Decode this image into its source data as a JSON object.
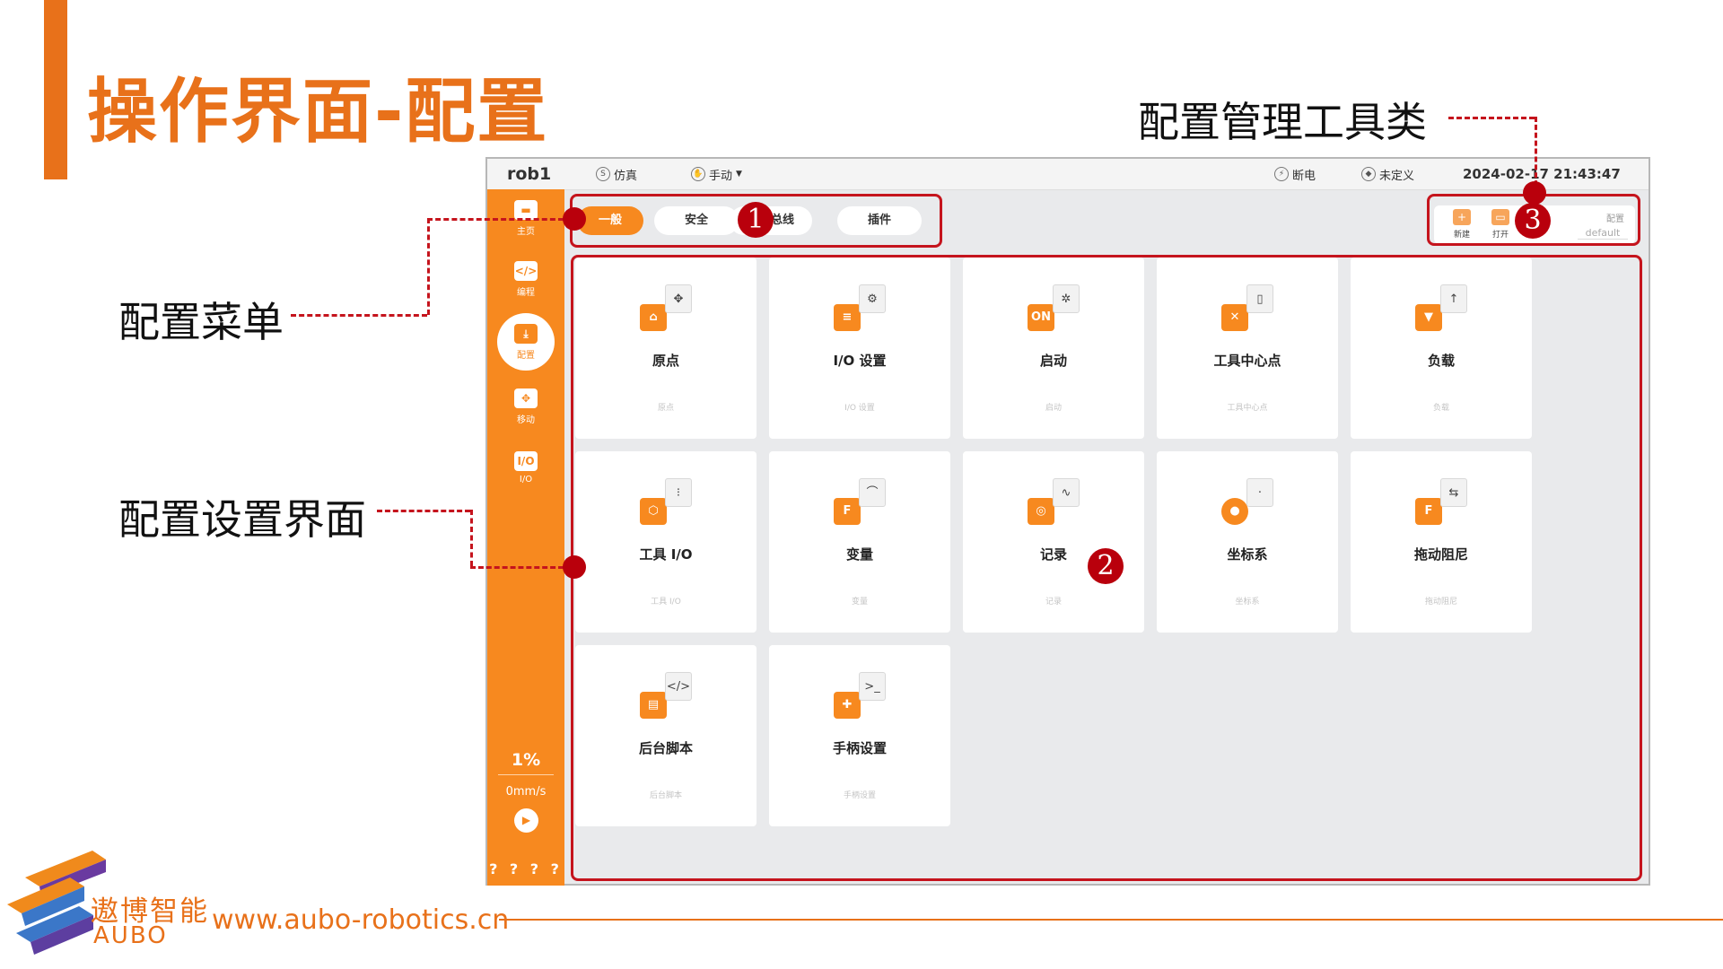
{
  "slide": {
    "title": "操作界面-配置",
    "callouts": {
      "config_tools": "配置管理工具类",
      "config_menu": "配置菜单",
      "config_panel": "配置设置界面"
    },
    "badges": [
      "1",
      "2",
      "3"
    ],
    "accent_color": "#e8711a",
    "marker_color": "#c5141d"
  },
  "app": {
    "topbar": {
      "robot": "rob1",
      "mode": "仿真",
      "control": "手动",
      "power": "断电",
      "safety": "未定义",
      "datetime": "2024-02-17 21:43:47"
    },
    "sidebar": {
      "items": [
        {
          "label": "主页",
          "icon": "home-icon"
        },
        {
          "label": "编程",
          "icon": "code-icon"
        },
        {
          "label": "配置",
          "icon": "config-icon"
        },
        {
          "label": "移动",
          "icon": "move-icon"
        },
        {
          "label": "I/O",
          "icon": "io-icon"
        }
      ],
      "speed_percent": "1%",
      "speed_value": "0mm/s",
      "footer": "? ? ? ?"
    },
    "tabs": [
      "一般",
      "安全",
      "现场总线",
      "插件"
    ],
    "config_tools": {
      "new_label": "新建",
      "open_label": "打开",
      "config_label": "配置",
      "config_value": "default"
    },
    "cards": [
      {
        "title": "原点",
        "sub": "原点",
        "icon": "home-position-icon"
      },
      {
        "title": "I/O 设置",
        "sub": "I/O 设置",
        "icon": "io-settings-icon"
      },
      {
        "title": "启动",
        "sub": "启动",
        "icon": "startup-icon"
      },
      {
        "title": "工具中心点",
        "sub": "工具中心点",
        "icon": "tcp-icon"
      },
      {
        "title": "负载",
        "sub": "负载",
        "icon": "payload-icon"
      },
      {
        "title": "工具 I/O",
        "sub": "工具 I/O",
        "icon": "tool-io-icon"
      },
      {
        "title": "变量",
        "sub": "变量",
        "icon": "variable-icon"
      },
      {
        "title": "记录",
        "sub": "记录",
        "icon": "record-icon"
      },
      {
        "title": "坐标系",
        "sub": "坐标系",
        "icon": "coordinate-icon"
      },
      {
        "title": "拖动阻尼",
        "sub": "拖动阻尼",
        "icon": "drag-damping-icon"
      },
      {
        "title": "后台脚本",
        "sub": "后台脚本",
        "icon": "background-script-icon"
      },
      {
        "title": "手柄设置",
        "sub": "手柄设置",
        "icon": "handle-settings-icon"
      }
    ]
  },
  "footer": {
    "brand_cn": "遨博智能",
    "brand_en": "AUBO",
    "website": "www.aubo-robotics.cn"
  }
}
